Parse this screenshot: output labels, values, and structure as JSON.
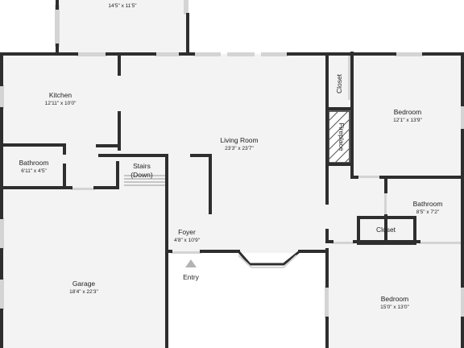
{
  "floorplan": {
    "colors": {
      "floor": "#f3f3f3",
      "wall": "#2e2e2e",
      "window": "#d4d4d4",
      "marker": "#b3b3b3"
    },
    "rooms": {
      "top_room": {
        "name": "",
        "dims": "14'5\" x 11'5\""
      },
      "kitchen": {
        "name": "Kitchen",
        "dims": "12'11\" x 10'0\""
      },
      "living": {
        "name": "Living Room",
        "dims": "23'3\" x 23'7\""
      },
      "bath1": {
        "name": "Bathroom",
        "dims": "6'11\" x 4'5\""
      },
      "stairs": {
        "name": "Stairs",
        "sub": "(Down)"
      },
      "closet1": {
        "name": "Closet"
      },
      "fireplace": {
        "name": "Fireplace"
      },
      "bedroom1": {
        "name": "Bedroom",
        "dims": "12'1\" x 13'9\""
      },
      "bath2": {
        "name": "Bathroom",
        "dims": "8'5\" x 7'2\""
      },
      "closet2": {
        "name": "Closet"
      },
      "foyer": {
        "name": "Foyer",
        "dims": "4'8\" x 10'9\""
      },
      "garage": {
        "name": "Garage",
        "dims": "18'4\" x 22'3\""
      },
      "bedroom2": {
        "name": "Bedroom",
        "dims": "15'0\" x 13'0\""
      }
    },
    "entry_label": "Entry"
  }
}
